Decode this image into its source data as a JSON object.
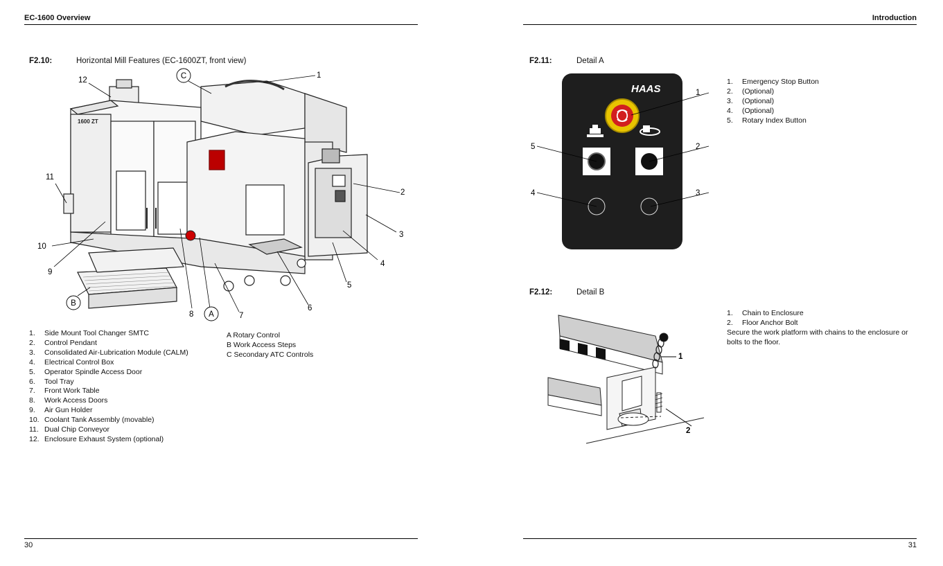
{
  "left_page": {
    "header": "EC-1600 Overview",
    "page_number": "30",
    "figure": {
      "label": "F2.10:",
      "title": "Horizontal Mill Features (EC-1600ZT, front view)",
      "machine_badge": "1600 ZT",
      "callouts": [
        "1",
        "2",
        "3",
        "4",
        "5",
        "6",
        "7",
        "8",
        "9",
        "10",
        "11",
        "12",
        "A",
        "B",
        "C"
      ]
    },
    "feature_list": [
      {
        "n": "1.",
        "text": "Side Mount Tool Changer SMTC"
      },
      {
        "n": "2.",
        "text": "Control Pendant"
      },
      {
        "n": "3.",
        "text": "Consolidated Air-Lubrication Module (CALM)"
      },
      {
        "n": "4.",
        "text": "Electrical Control Box"
      },
      {
        "n": "5.",
        "text": "Operator Spindle Access Door"
      },
      {
        "n": "6.",
        "text": "Tool Tray"
      },
      {
        "n": "7.",
        "text": "Front Work Table"
      },
      {
        "n": "8.",
        "text": "Work Access Doors"
      },
      {
        "n": "9.",
        "text": "Air Gun Holder"
      },
      {
        "n": "10.",
        "text": "Coolant Tank Assembly (movable)"
      },
      {
        "n": "11.",
        "text": "Dual Chip Conveyor"
      },
      {
        "n": "12.",
        "text": "Enclosure Exhaust System (optional)"
      }
    ],
    "letter_list": [
      "A Rotary Control",
      "B Work Access Steps",
      "C Secondary ATC Controls"
    ]
  },
  "right_page": {
    "header": "Introduction",
    "page_number": "31",
    "figure_a": {
      "label": "F2.11:",
      "title": "Detail A",
      "brand_logo": "HAAS",
      "callouts": [
        "1",
        "2",
        "3",
        "4",
        "5"
      ],
      "list": [
        {
          "n": "1.",
          "text": "Emergency Stop Button"
        },
        {
          "n": "2.",
          "text": "(Optional)"
        },
        {
          "n": "3.",
          "text": "(Optional)"
        },
        {
          "n": "4.",
          "text": "(Optional)"
        },
        {
          "n": "5.",
          "text": "Rotary Index Button"
        }
      ]
    },
    "figure_b": {
      "label": "F2.12:",
      "title": "Detail B",
      "callouts": [
        "1",
        "2"
      ],
      "list": [
        {
          "n": "1.",
          "text": "Chain to Enclosure"
        },
        {
          "n": "2.",
          "text": "Floor Anchor Bolt"
        }
      ],
      "note": "Secure the work platform with chains to the enclosure or bolts to the floor."
    }
  }
}
